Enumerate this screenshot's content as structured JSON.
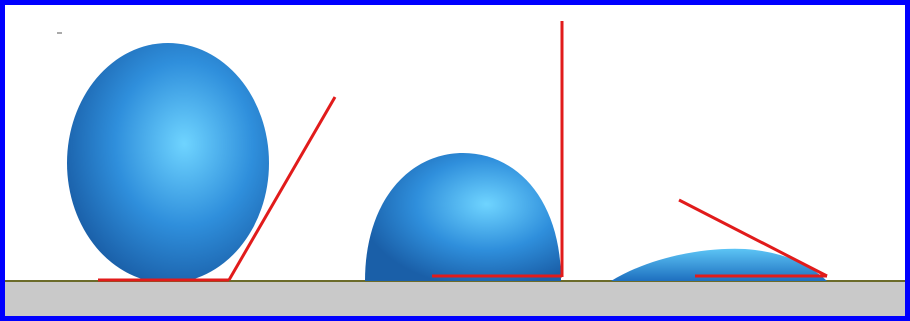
{
  "figure": {
    "frame_color": "#0000ff",
    "background": "#ffffff",
    "surface_color": "#c9c9c9",
    "surface_edge_color": "#6b6b2a",
    "droplet_highlight": "#6fd4ff",
    "droplet_mid": "#2f8fdc",
    "droplet_edge": "#1a5fa8",
    "tangent_color": "#e11b1b",
    "droplets": [
      {
        "id": "droplet-large",
        "shape": "near-spherical, non-wetting"
      },
      {
        "id": "droplet-medium",
        "shape": "hemispherical, neutral wetting"
      },
      {
        "id": "droplet-small",
        "shape": "flat lens, wetting"
      }
    ]
  }
}
